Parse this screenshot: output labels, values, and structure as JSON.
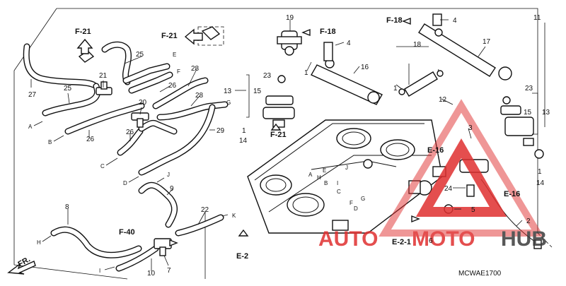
{
  "diagram": {
    "catalog_code": "MCWAE1700",
    "front_marker": "FR.",
    "watermark": {
      "text": "AUTOMOTOHUB",
      "part1": "AUTO",
      "part2": "MOTO",
      "part3": "HUB",
      "colors": {
        "accent": "#e03030",
        "dark": "#3b3b3b"
      }
    },
    "section_refs": {
      "f21_top": "F-21",
      "f21_right": "F-21",
      "f21_mid": "F-21",
      "f18_a": "F-18",
      "f18_b": "F-18",
      "f16": "E-16",
      "e16": "E-16",
      "e21": "E-2-1",
      "e2": "E-2",
      "f40": "F-40"
    },
    "part_numbers": {
      "p1a": "1",
      "p1b": "1",
      "p1c": "1",
      "p2": "2",
      "p3": "3",
      "p4a": "4",
      "p4b": "4",
      "p5": "5",
      "p6": "6",
      "p7": "7",
      "p8": "8",
      "p9": "9",
      "p10": "10",
      "p11": "11",
      "p12": "12",
      "p13a": "13",
      "p13b": "13",
      "p14a": "14",
      "p14b": "14",
      "p15a": "15",
      "p15b": "15",
      "p16": "16",
      "p17": "17",
      "p18": "18",
      "p19": "19",
      "p20": "20",
      "p21": "21",
      "p22": "22",
      "p23a": "23",
      "p23b": "23",
      "p24": "24",
      "p25a": "25",
      "p25b": "25",
      "p26a": "26",
      "p26b": "26",
      "p26c": "26",
      "p27": "27",
      "p28a": "28",
      "p28b": "28",
      "p29": "29"
    },
    "hose_letters": {
      "A": "A",
      "B": "B",
      "C": "C",
      "D": "D",
      "E": "E",
      "F": "F",
      "G": "G",
      "H": "H",
      "I": "I",
      "J": "J",
      "K": "K",
      "A2": "A",
      "B2": "B",
      "C2": "C",
      "D2": "D",
      "E2": "E",
      "F2": "F",
      "G2": "G",
      "H2": "H",
      "I2": "I",
      "J2": "J"
    }
  }
}
